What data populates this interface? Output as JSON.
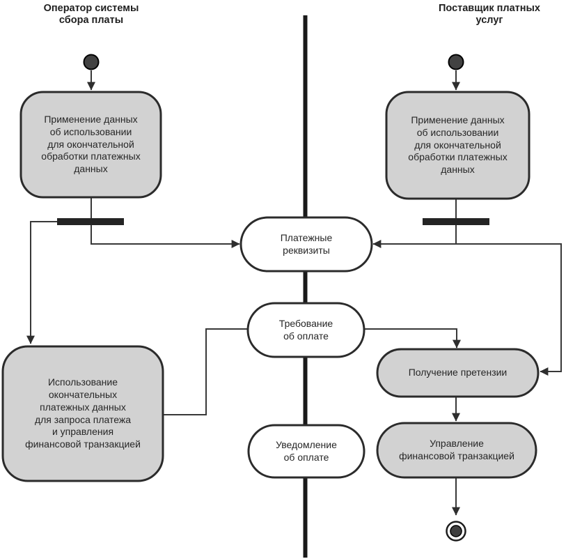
{
  "diagram_title": "UML activity diagram: payment data processing swimlanes",
  "colors": {
    "background": "#ffffff",
    "node_fill": "#d2d2d2",
    "node_border": "#2b2b2b",
    "connector": "#383838",
    "divider": "#1a1a1a",
    "text": "#262626"
  },
  "lanes": {
    "left_title": "Оператор системы\nсбора платы",
    "right_title": "Поставщик платных\nуслуг"
  },
  "nodes": {
    "left_apply": "Применение данных\nоб использовании\nдля окончательной\nобработки платежных\nданных",
    "left_use": "Использование\nокончательных\nплатежных данных\nдля запроса платежа\nи управления\nфинансовой транзакцией",
    "right_apply": "Применение данных\nоб использовании\nдля окончательной\nобработки платежных\nданных",
    "claim": "Получение претензии",
    "manage": "Управление\nфинансовой транзакцией",
    "payment_details": "Платежные\nреквизиты",
    "payment_request": "Требование\nоб оплате",
    "payment_notice": "Уведомление\nоб оплате"
  }
}
